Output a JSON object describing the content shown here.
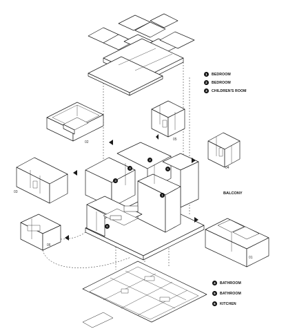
{
  "legend_top": [
    {
      "marker": "1",
      "label": "BEDROOM"
    },
    {
      "marker": "2",
      "label": "BEDROOM"
    },
    {
      "marker": "3",
      "label": "CHILDREN'S ROOM"
    }
  ],
  "legend_bottom": [
    {
      "marker": "4",
      "label": "BATHROOM"
    },
    {
      "marker": "5",
      "label": "BATHROOM"
    },
    {
      "marker": "6",
      "label": "KITCHEN"
    }
  ],
  "balcony_label": "BALCONY",
  "room_numbers": [
    "01",
    "02",
    "03",
    "04",
    "05",
    "06"
  ],
  "plan_markers": [
    "1",
    "2",
    "3",
    "4",
    "5",
    "6"
  ]
}
